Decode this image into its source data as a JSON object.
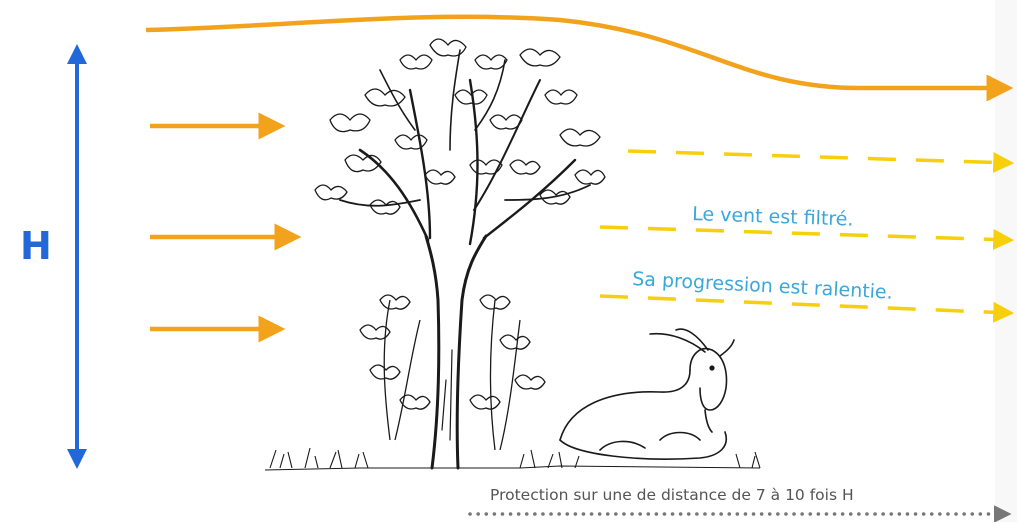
{
  "diagram": {
    "height_label": "H",
    "text_filtered": "Le vent est filtré.",
    "text_slowed": "Sa progression est ralentie.",
    "caption": "Protection sur une de distance de 7 à 10 fois H"
  },
  "colors": {
    "wind": "#f3a21c",
    "filtered_wind": "#f7cf0b",
    "height_arrow": "#2368d8",
    "text_blue": "#3aa7dc",
    "caption_gray": "#555555",
    "ink": "#1a1a1a"
  },
  "icons": [
    "tree-illustration",
    "shrub-illustration",
    "goat-illustration",
    "grass-illustration"
  ]
}
